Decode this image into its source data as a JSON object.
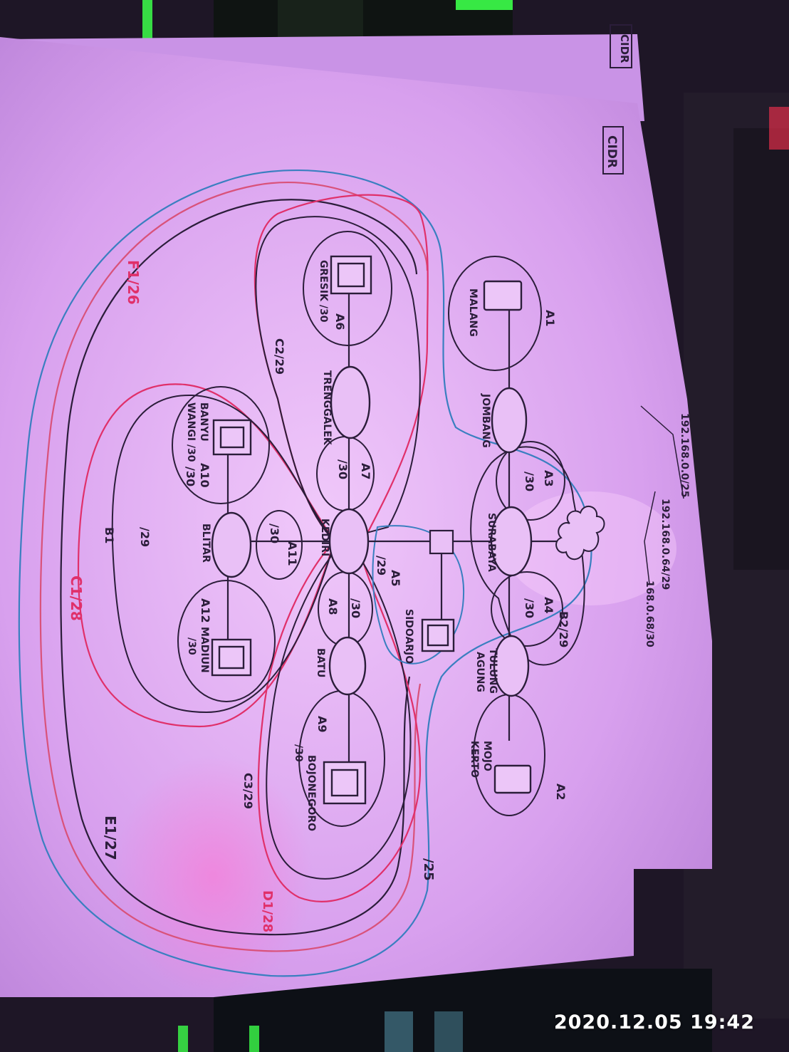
{
  "photo": {
    "timestamp": "2020.12.05 19:42",
    "paper_color": "#e6b6f5",
    "ink_color": "#2b1d3a",
    "red_ink": "#e0306a",
    "blue_ink": "#3a7fc0",
    "keyboard_glow": "#3cff4a"
  },
  "sheet": {
    "header_top": "CIDR",
    "header_main": "CIDR"
  },
  "addresses": {
    "line1": "192.168.0.0/25",
    "line2": "192.168.0.64/29",
    "line3": "168.0.68/30"
  },
  "routers": {
    "jombang": "JOMBANG",
    "surabaya": "SURABAYA",
    "tulungagung_line1": "TULUNG",
    "tulungagung_line2": "AGUNG",
    "tenggalek": "TRENGGALEK",
    "kediri": "KEDIRI",
    "batu": "BATU",
    "blitar": "BLITAR"
  },
  "hosts": {
    "malang": "MALANG",
    "mojokerto_line1": "MOJO",
    "mojokerto_line2": "KERTO",
    "gresik": "GRESIK /30",
    "sidoarjo": "SIDOARJO",
    "banyuwangi_line1": "BANYU",
    "banyuwangi_line2": "WANGI /30",
    "madiun_line1": "MADIUN",
    "madiun_line2": "/30",
    "bojonegoro": "BOJONEGORO",
    "bojonegoro_prefix": "/30"
  },
  "labels": {
    "a1": "A1",
    "a2": "A2",
    "a3": "A3",
    "a3_prefix": "/30",
    "a4": "A4",
    "a4_prefix": "/30",
    "a5": "A5",
    "a5_prefix": "/29",
    "a6": "A6",
    "a7": "A7",
    "a7_prefix": "/30",
    "a8": "A8",
    "a8_prefix": "/30",
    "a9": "A9",
    "a10": "A10",
    "a10_prefix": "/30",
    "a11": "A11",
    "a11_prefix": "/30",
    "a12": "A12",
    "b1": "B1",
    "b1_prefix": "/29",
    "b2": "B2/29",
    "c1": "C1/28",
    "c2": "C2/29",
    "c3": "C3/29",
    "d1": "D1/28",
    "e1": "E1/27",
    "f1": "F1/26",
    "outer_prefix": "/25"
  }
}
